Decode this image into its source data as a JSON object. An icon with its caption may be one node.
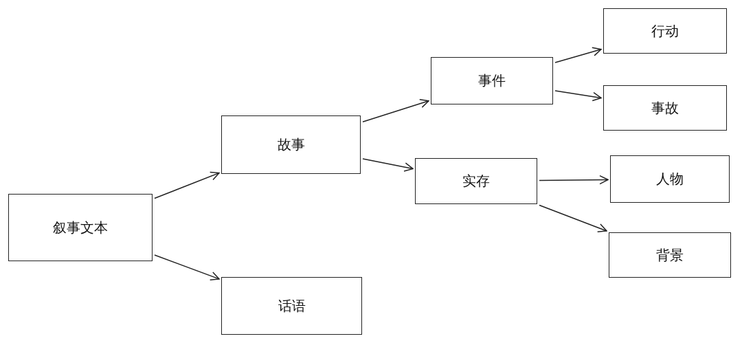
{
  "diagram": {
    "nodes": [
      {
        "text": [
          "叙事文本"
        ]
      },
      {
        "text": [
          "故事"
        ]
      },
      {
        "text": [
          "话语"
        ]
      },
      {
        "text": [
          "事件"
        ]
      },
      {
        "text": [
          "实存"
        ]
      },
      {
        "text": [
          "行动"
        ]
      },
      {
        "text": [
          "事故"
        ]
      },
      {
        "text": [
          "人物"
        ]
      },
      {
        "text": [
          "背景"
        ]
      }
    ],
    "edges": [
      {
        "from": 0,
        "to": 1,
        "arrow": "to"
      },
      {
        "from": 0,
        "to": 2,
        "arrow": "to"
      },
      {
        "from": 1,
        "to": 3,
        "arrow": "to"
      },
      {
        "from": 1,
        "to": 4,
        "arrow": "to"
      },
      {
        "from": 3,
        "to": 5,
        "arrow": "to"
      },
      {
        "from": 3,
        "to": 6,
        "arrow": "to"
      },
      {
        "from": 4,
        "to": 7,
        "arrow": "to"
      },
      {
        "from": 4,
        "to": 8,
        "arrow": "to"
      }
    ]
  }
}
